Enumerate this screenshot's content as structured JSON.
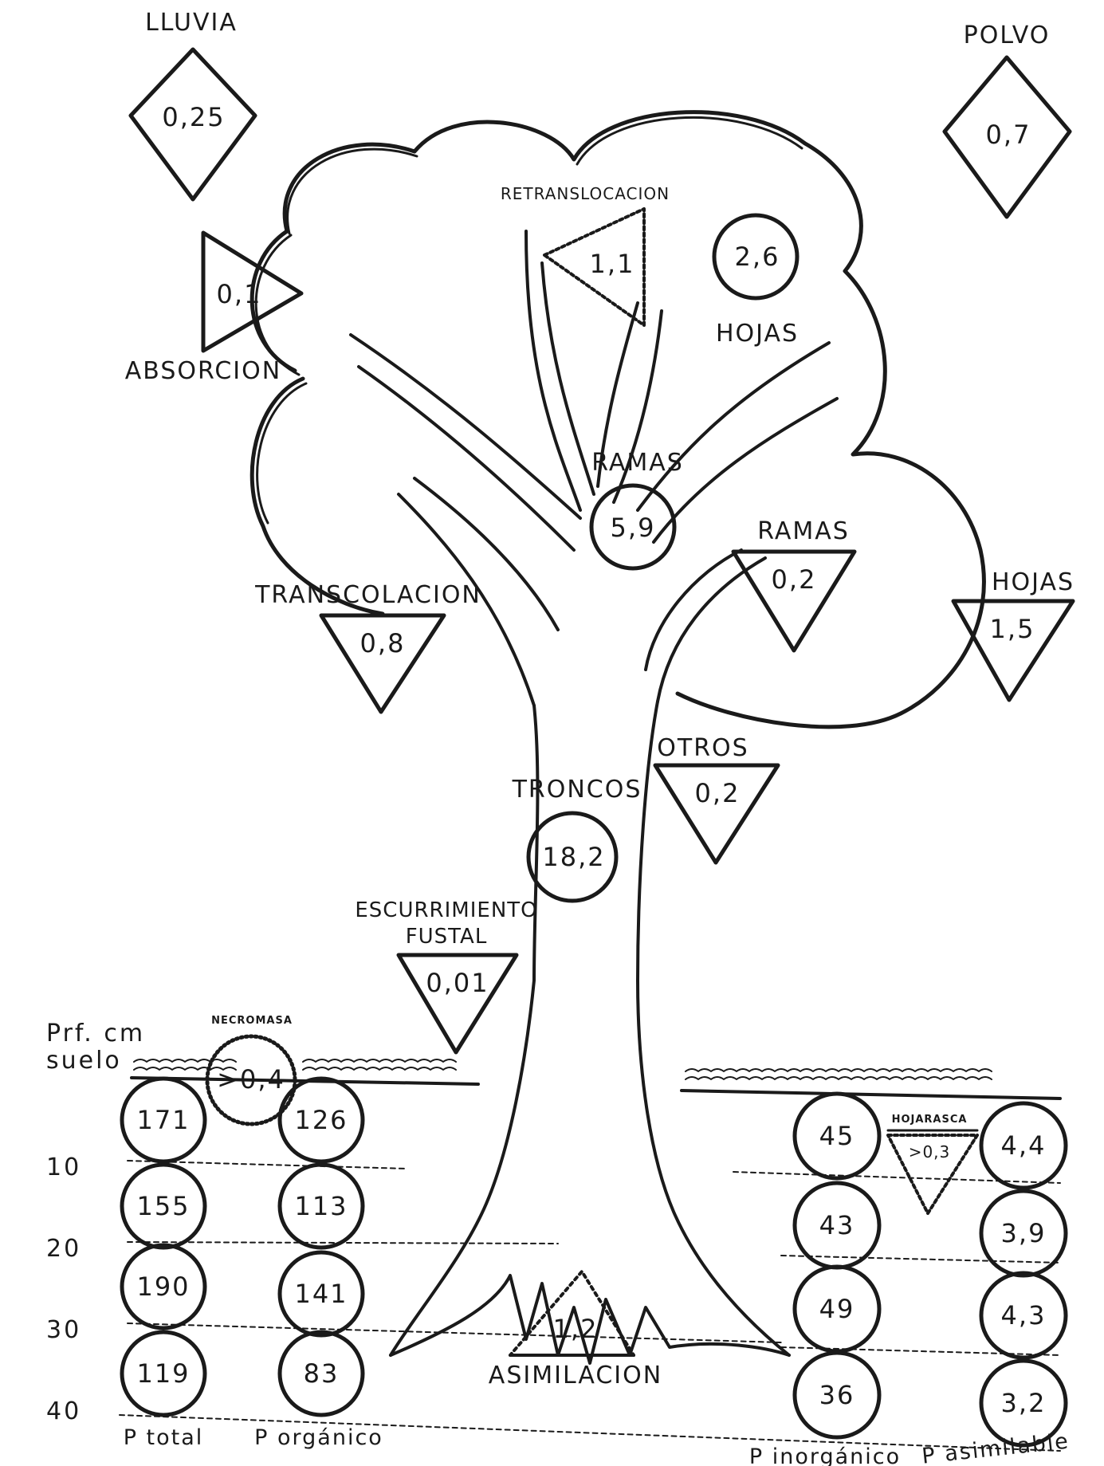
{
  "inputs": {
    "lluvia": {
      "label": "LLUVIA",
      "value": "0,25"
    },
    "polvo": {
      "label": "POLVO",
      "value": "0,7"
    },
    "absorcion": {
      "label": "ABSORCION",
      "value": "0,1"
    }
  },
  "canopy": {
    "retranslocacion": {
      "label": "RETRANSLOCACION",
      "value": "1,1"
    },
    "hojas_pool": {
      "label": "HOJAS",
      "value": "2,6"
    },
    "ramas_pool": {
      "label": "RAMAS",
      "value": "5,9"
    },
    "troncos_pool": {
      "label": "TRONCOS",
      "value": "18,2"
    }
  },
  "fluxes": {
    "transcolacion": {
      "label": "TRANSCOLACION",
      "value": "0,8"
    },
    "ramas_fall": {
      "label": "RAMAS",
      "value": "0,2"
    },
    "hojas_fall": {
      "label": "HOJAS",
      "value": "1,5"
    },
    "otros": {
      "label": "OTROS",
      "value": "0,2"
    },
    "escurrimiento": {
      "label1": "ESCURRIMIENTO",
      "label2": "FUSTAL",
      "value": "0,01"
    },
    "asimilacion": {
      "label": "ASIMILACION",
      "value": "1,2"
    },
    "necromasa": {
      "label": "NECROMASA",
      "value": ">0,4"
    },
    "hojarasca": {
      "label": "HOJARASCA",
      "value": ">0,3"
    }
  },
  "soil": {
    "axis_label_1": "Prf. cm",
    "axis_label_2": "suelo",
    "depths": [
      "10",
      "20",
      "30",
      "40"
    ],
    "p_total": {
      "label": "P  total",
      "values": [
        "171",
        "155",
        "190",
        "119"
      ]
    },
    "p_organico": {
      "label": "P  orgánico",
      "values": [
        "126",
        "113",
        "141",
        "83"
      ]
    },
    "p_inorganico": {
      "label": "P  inorgánico",
      "values": [
        "45",
        "43",
        "49",
        "36"
      ]
    },
    "p_asimilable": {
      "label": "P  asimilable",
      "values": [
        "4,4",
        "3,9",
        "4,3",
        "3,2"
      ]
    }
  }
}
